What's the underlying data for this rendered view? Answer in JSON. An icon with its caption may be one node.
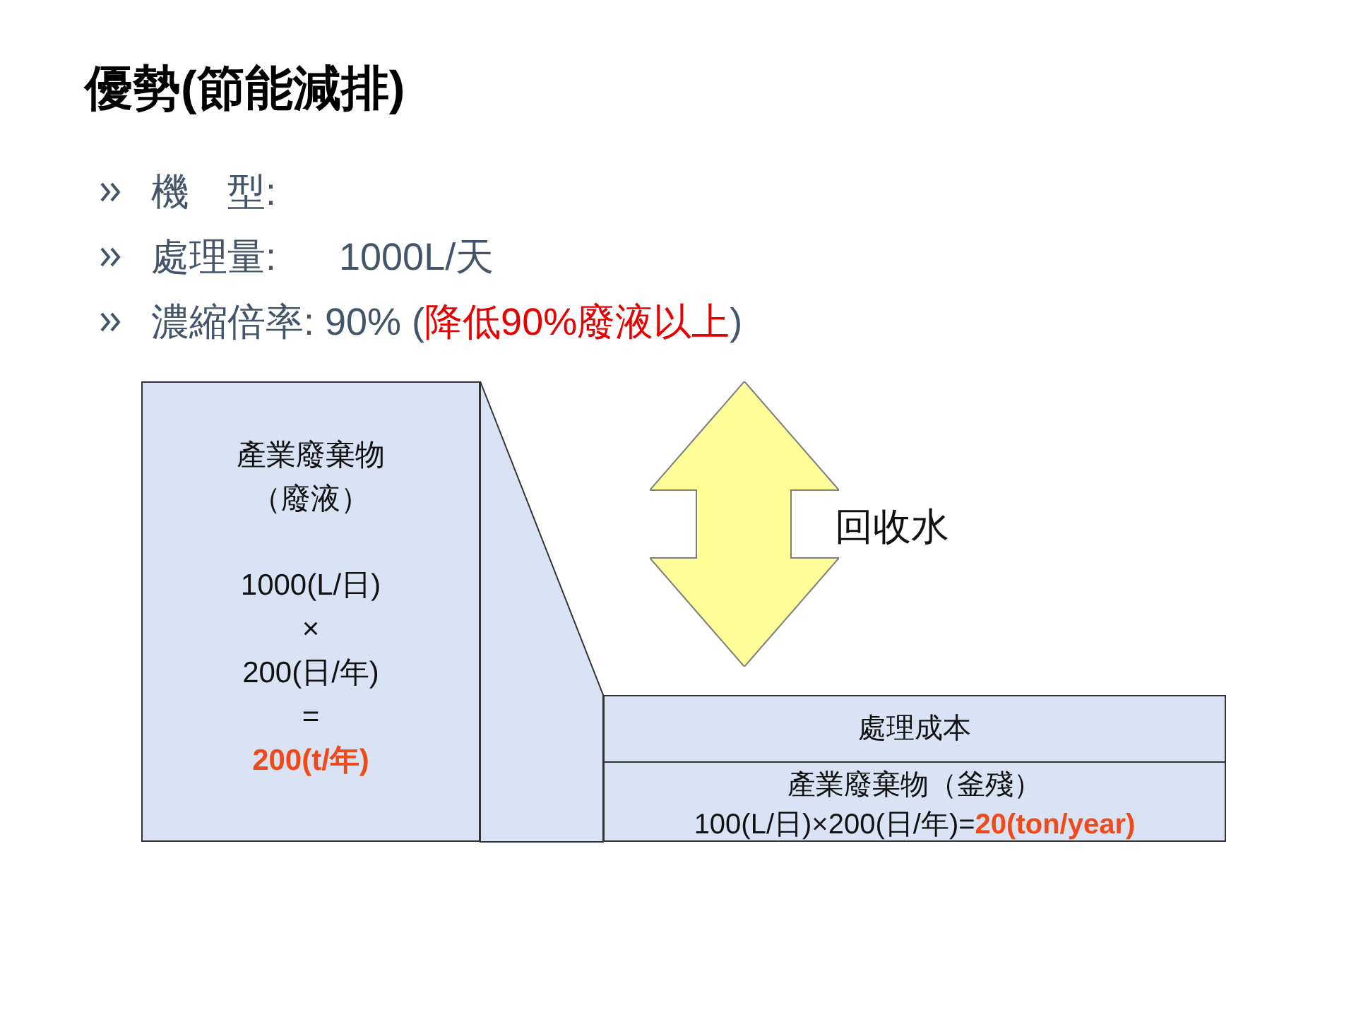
{
  "diagram": {
    "title": "優勢(節能減排)",
    "nodes": [
      {
        "text": [
          "產業廢棄物（廢液）",
          "1000(L/日)",
          "×",
          "200(日/年)",
          "=",
          "200(t/年)"
        ]
      },
      {
        "text": [],
        "shape": "arrow",
        "beside": [
          "回收水"
        ]
      },
      {
        "text": [
          "處理成本",
          "產業廢棄物（釜殘）",
          "100(L/日)×200(日/年)=",
          "20(ton/year)"
        ]
      }
    ],
    "labels": [
      "機　型:",
      "處理量:",
      "1000L/天",
      "濃縮倍率: 90% (",
      "降低90%廢液以上",
      ")"
    ]
  }
}
